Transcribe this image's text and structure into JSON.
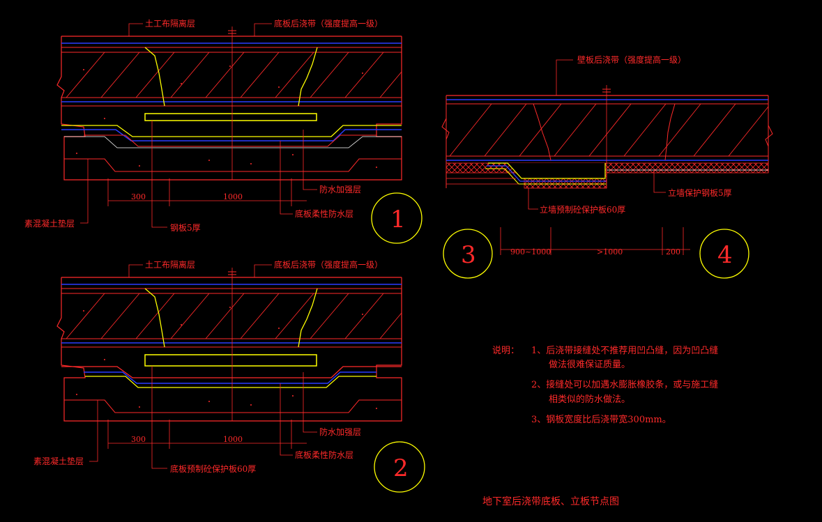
{
  "details": {
    "d1": {
      "label_top_left": "土工布隔离层",
      "label_top_right": "底板后浇带（强度提高一级）",
      "label_waterproof_reinforce": "防水加强层",
      "label_flexible_waterproof": "底板柔性防水层",
      "label_cushion": "素混凝土垫层",
      "label_plate": "钢板5厚",
      "dim_a": "300",
      "dim_b": "1000",
      "number": "1"
    },
    "d2": {
      "label_top_left": "土工布隔离层",
      "label_top_right": "底板后浇带（强度提高一级）",
      "label_waterproof_reinforce": "防水加强层",
      "label_flexible_waterproof": "底板柔性防水层",
      "label_cushion": "素混凝土垫层",
      "label_plate": "底板预制砼保护板60厚",
      "dim_a": "300",
      "dim_b": "1000",
      "number": "2"
    },
    "d34": {
      "label_top": "壁板后浇带（强度提高一级）",
      "label_wall_plate": "立墙保护钢板5厚",
      "label_wall_precast": "立墙预制砼保护板60厚",
      "dim_a": "900~1000",
      "dim_b": ">1000",
      "dim_c": "200",
      "number_left": "3",
      "number_right": "4"
    }
  },
  "notes": {
    "heading": "说明：",
    "line1a": "1、后浇带接缝处不推荐用凹凸缝，因为凹凸缝",
    "line1b": "做法很难保证质量。",
    "line2a": "2、接缝处可以加遇水膨胀橡胶条，或与施工缝",
    "line2b": "相类似的防水做法。",
    "line3": "3、钢板宽度比后浇带宽300mm。"
  },
  "title": "地下室后浇带底板、立板节点图",
  "colors": {
    "background": "#000000",
    "red": "#ff2a2a",
    "blue": "#2a3cff",
    "yellow": "#ffff00",
    "white": "#ffffff"
  }
}
